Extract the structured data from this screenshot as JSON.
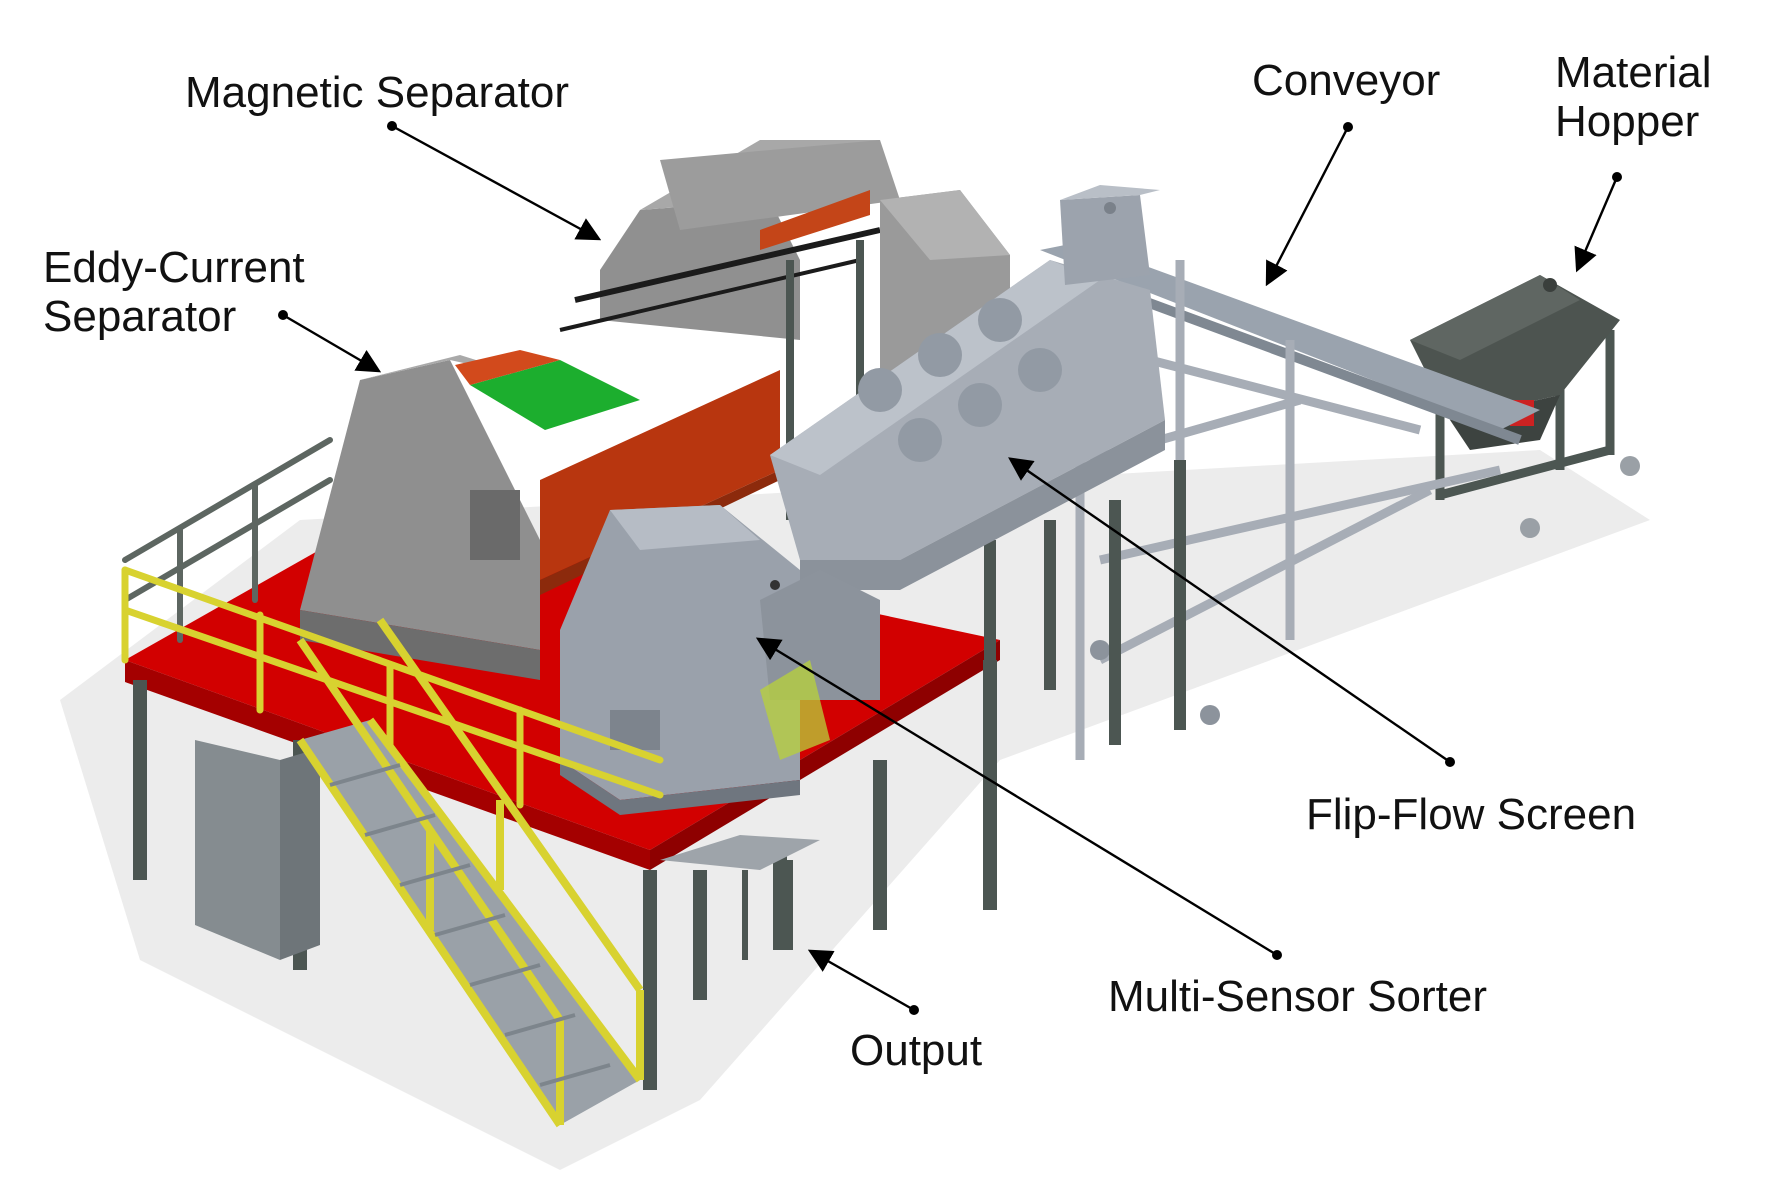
{
  "labels": {
    "magnetic_separator": "Magnetic Separator",
    "eddy_current_line1": "Eddy-Current",
    "eddy_current_line2": "Separator",
    "conveyor": "Conveyor",
    "material_hopper_line1": "Material",
    "material_hopper_line2": "Hopper",
    "flip_flow_screen": "Flip-Flow Screen",
    "multi_sensor_sorter": "Multi-Sensor Sorter",
    "output": "Output"
  },
  "colors": {
    "platform_floor": "#d20000",
    "handrail_yellow": "#d8d230",
    "steel_frame": "#4c5652",
    "machine_grey": "#8f8f8f",
    "screen_blue_grey": "#a7adb6",
    "eddy_orange": "#b8360f",
    "belt_green": "#1cae2e",
    "hopper_dark": "#4d5450",
    "accent_red": "#cc2222",
    "leader_line": "#000000"
  }
}
